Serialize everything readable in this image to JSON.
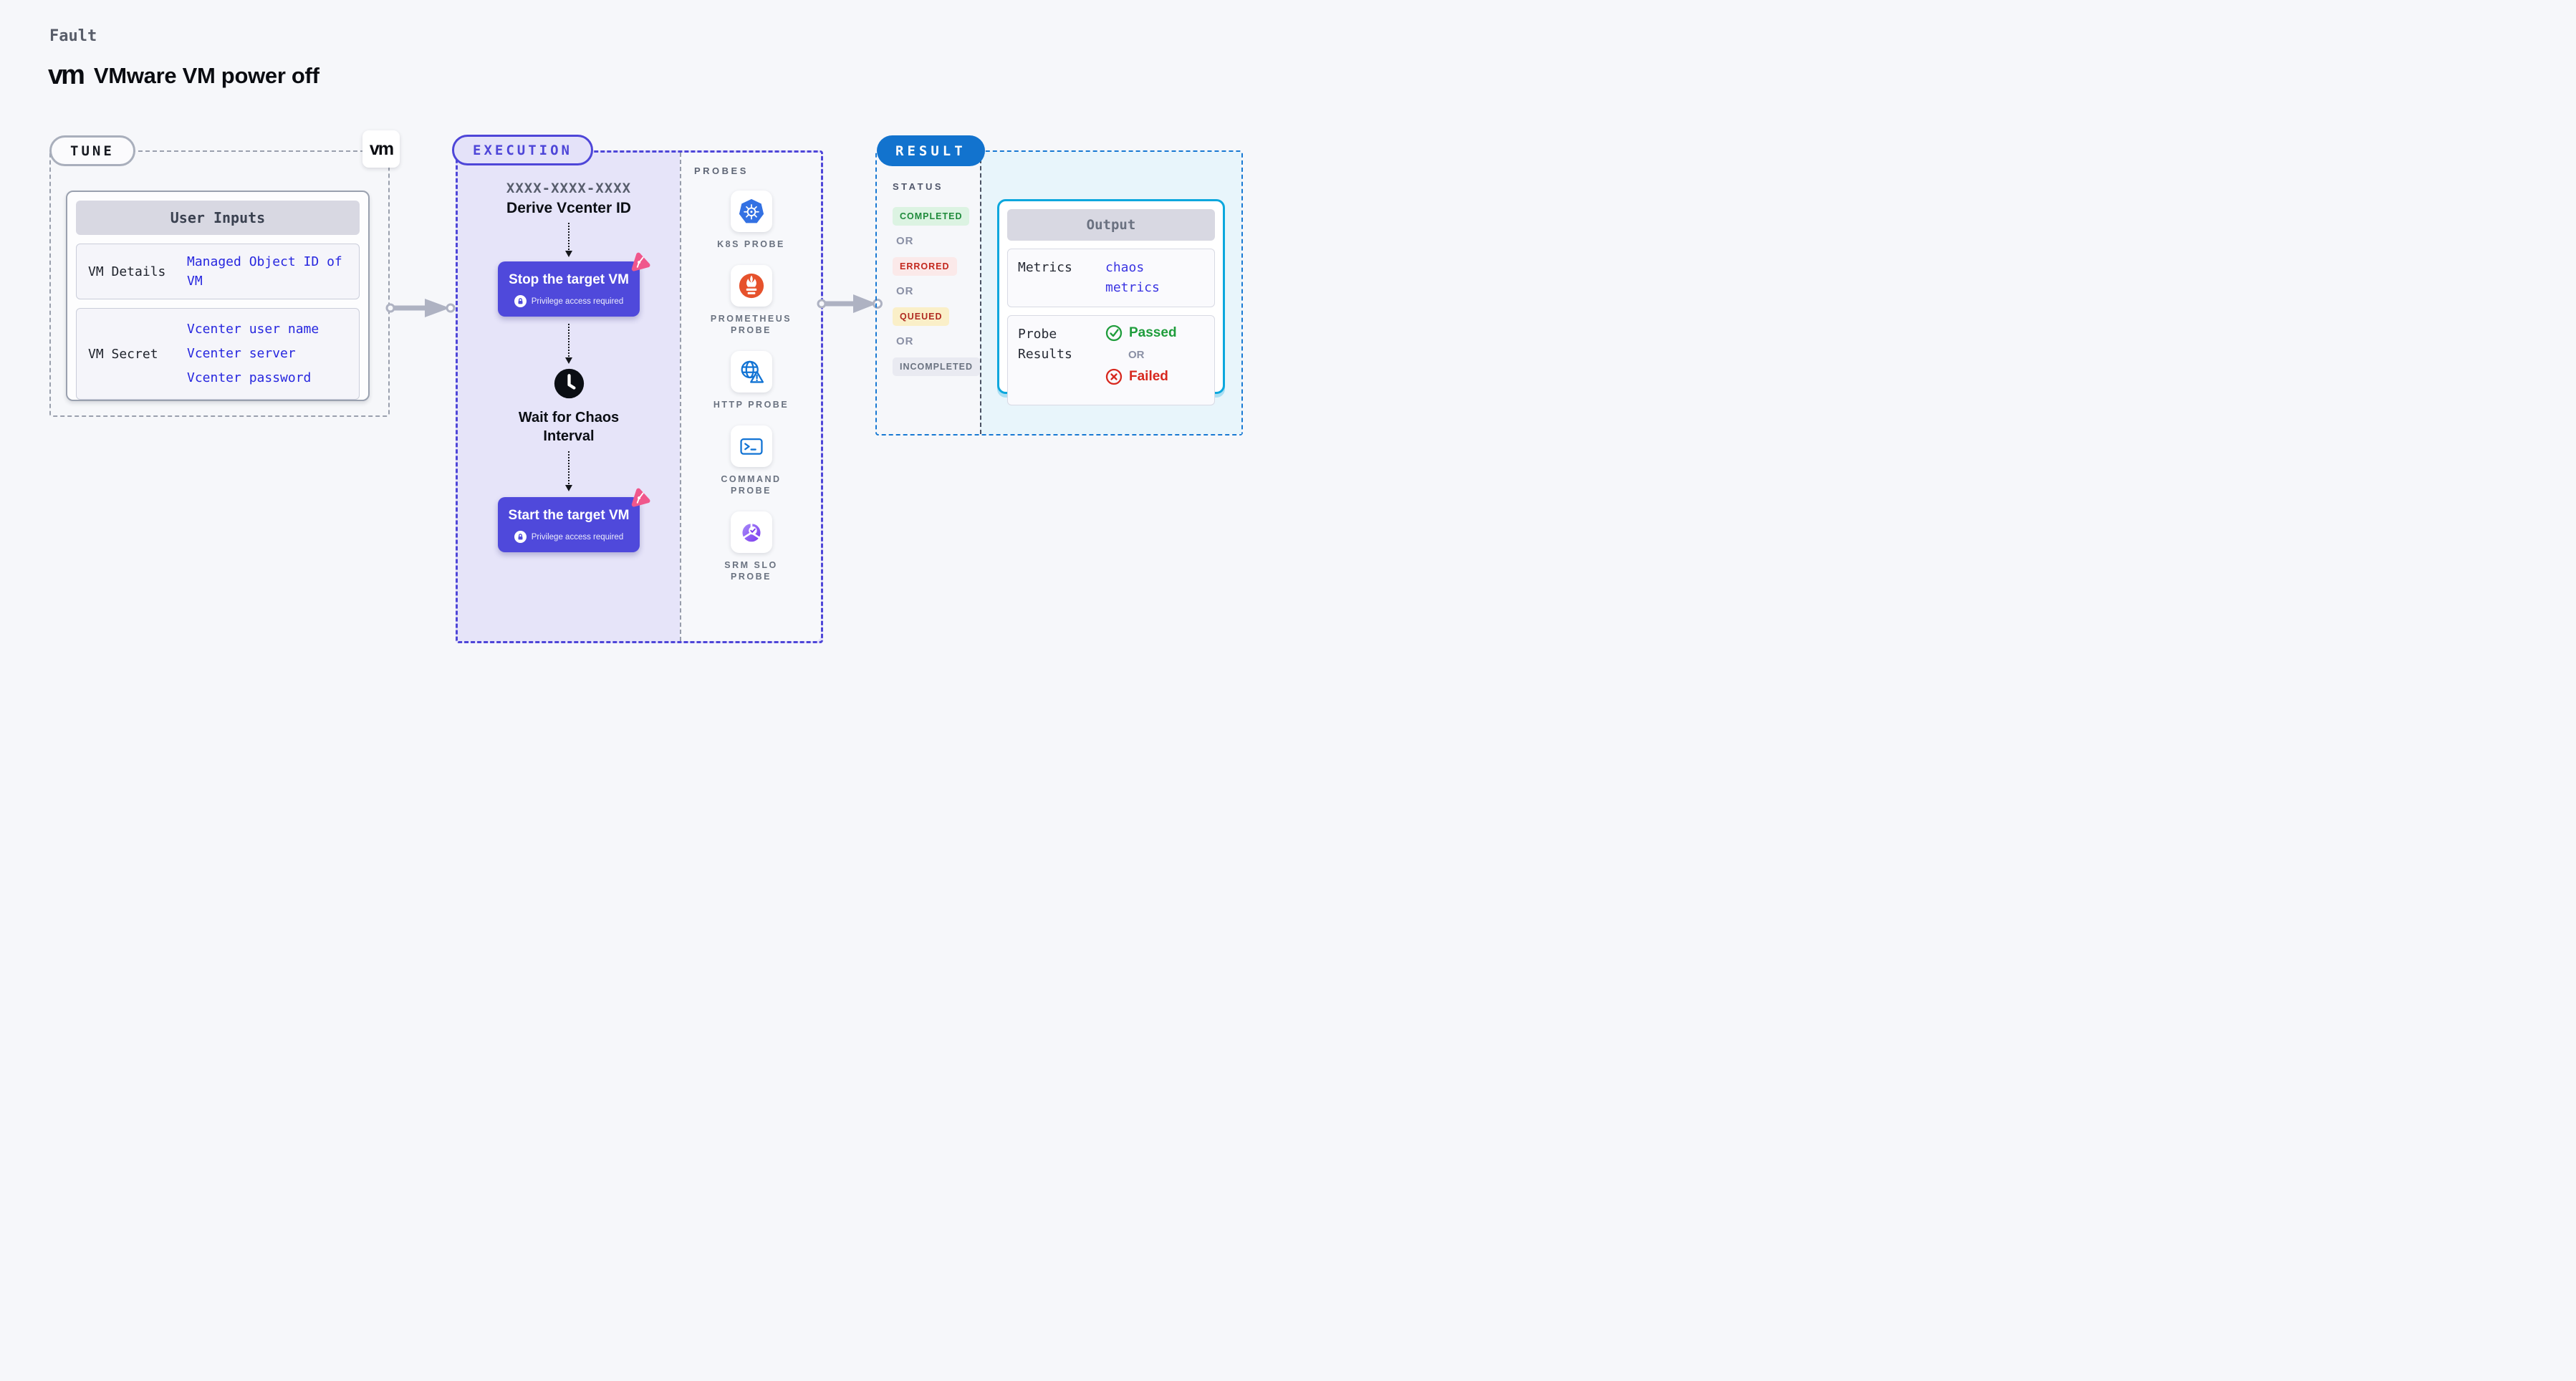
{
  "header": {
    "kicker": "Fault",
    "logo": "vm",
    "title": "VMware VM power off"
  },
  "tune": {
    "label": "TUNE",
    "vm_logo": "vm",
    "user_inputs": {
      "title": "User Inputs",
      "rows": [
        {
          "key": "VM Details",
          "value": "Managed Object ID of VM"
        },
        {
          "key": "VM Secret",
          "values": [
            "Vcenter user name",
            "Vcenter server",
            "Vcenter password"
          ]
        }
      ]
    }
  },
  "execution": {
    "label": "EXECUTION",
    "flow": {
      "derive_code": "XXXX-XXXX-XXXX",
      "derive_label": "Derive Vcenter ID",
      "stop_vm_label": "Stop the target VM",
      "privilege_note": "Privilege access required",
      "wait_label_line1": "Wait for Chaos",
      "wait_label_line2": "Interval",
      "start_vm_label": "Start the target VM"
    },
    "probes": {
      "title": "PROBES",
      "items": [
        {
          "label": "K8S PROBE",
          "icon": "kubernetes-icon"
        },
        {
          "label": "PROMETHEUS PROBE",
          "icon": "prometheus-icon"
        },
        {
          "label": "HTTP PROBE",
          "icon": "http-globe-icon"
        },
        {
          "label": "COMMAND PROBE",
          "icon": "terminal-icon"
        },
        {
          "label": "SRM SLO PROBE",
          "icon": "slo-donut-icon"
        }
      ]
    }
  },
  "result": {
    "label": "RESULT",
    "status": {
      "title": "STATUS",
      "separator": "OR",
      "badges": [
        {
          "label": "COMPLETED",
          "fg": "#1F8B3B",
          "bg": "#DCF3E2"
        },
        {
          "label": "ERRORED",
          "fg": "#C3271D",
          "bg": "#FBE9E9"
        },
        {
          "label": "QUEUED",
          "fg": "#B02A21",
          "bg": "#FAEFC8"
        },
        {
          "label": "INCOMPLETED",
          "fg": "#6A7280",
          "bg": "#E9EAF1"
        }
      ]
    },
    "output": {
      "title": "Output",
      "metrics_key": "Metrics",
      "metrics_value": "chaos metrics",
      "probe_results_key": "Probe Results",
      "passed_label": "Passed",
      "failed_label": "Failed",
      "separator": "OR"
    }
  },
  "colors": {
    "accent_indigo": "#4F49DB",
    "accent_pink": "#F0578C",
    "result_blue": "#1273CE",
    "output_cyan": "#0BA7DD",
    "value_blue": "#2727DF",
    "passed_green": "#1F9D3C",
    "failed_red": "#D7281E"
  }
}
